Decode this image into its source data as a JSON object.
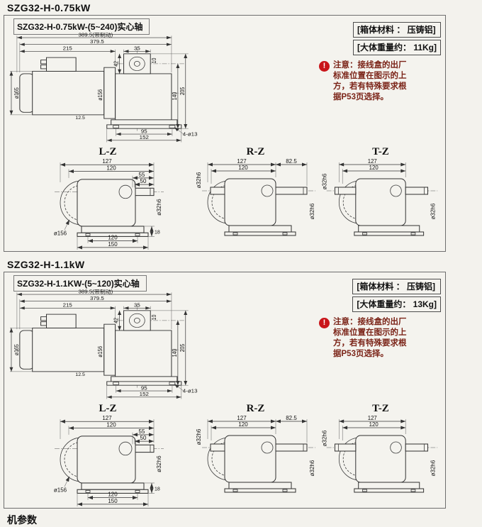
{
  "icons": {
    "warning_glyph": "!"
  },
  "footer": {
    "text": "机参数"
  },
  "sections": [
    {
      "heading": "SZG32-H-0.75kW",
      "panel_title": "SZG32-H-0.75kW-(5~240)实心轴",
      "material": "[箱体材料 ： 压铸铝]",
      "weight": "[大体重量约： 11Kg]",
      "warning": [
        "注意：接线盒的出厂",
        "标准位置在图示的上",
        "方，若有特殊要求根",
        "据P53页选择。"
      ],
      "side": {
        "total_with_brake": "389.5(带制动)",
        "total": "379.5",
        "motor_length": "215",
        "boss_width": "35",
        "dim_42": "42",
        "dim_10": "10",
        "height_140": "140",
        "height_205": "205",
        "dim_12_5": "12.5",
        "foot_span": "95",
        "base_width": "152",
        "holes": "4-ø13",
        "motor_dia": "ø165",
        "flange_dia": "ø156"
      },
      "views": {
        "lz": {
          "label": "L-Z",
          "w127": "127",
          "w120": "120",
          "s55": "55",
          "s50": "50",
          "flange": "ø156",
          "b120": "120",
          "b150": "150",
          "h18": "18",
          "shaft": "ø32h6"
        },
        "rz": {
          "label": "R-Z",
          "w127": "127",
          "w120": "120",
          "e82": "82.5",
          "shaft_left": "ø32h6",
          "shaft_right": "ø32h6"
        },
        "tz": {
          "label": "T-Z",
          "w127": "127",
          "w120": "120",
          "shaft_left": "ø32h6",
          "shaft_right": "ø32h6"
        }
      }
    },
    {
      "heading": "SZG32-H-1.1kW",
      "panel_title": "SZG32-H-1.1KW-(5~120)实心轴",
      "material": "[箱体材料 ： 压铸铝]",
      "weight": "[大体重量约：  13Kg]",
      "warning": [
        "注意：接线盒的出厂",
        "标准位置在图示的上",
        "方，若有特殊要求根",
        "据P53页选择。"
      ],
      "side": {
        "total_with_brake": "389.5(带制动)",
        "total": "379.5",
        "motor_length": "215",
        "boss_width": "35",
        "dim_42": "42",
        "dim_10": "10",
        "height_140": "140",
        "height_205": "205",
        "dim_12_5": "12.5",
        "foot_span": "95",
        "base_width": "152",
        "holes": "4-ø13",
        "motor_dia": "ø165",
        "flange_dia": "ø156"
      },
      "views": {
        "lz": {
          "label": "L-Z",
          "w127": "127",
          "w120": "120",
          "s55": "55",
          "s50": "50",
          "flange": "ø156",
          "b120": "120",
          "b150": "150",
          "h18": "18",
          "shaft": "ø32h6"
        },
        "rz": {
          "label": "R-Z",
          "w127": "127",
          "w120": "120",
          "e82": "82.5",
          "shaft_left": "ø32h6",
          "shaft_right": "ø32h6"
        },
        "tz": {
          "label": "T-Z",
          "w127": "127",
          "w120": "120",
          "shaft_left": "ø32h6",
          "shaft_right": "ø32h6"
        }
      }
    }
  ]
}
